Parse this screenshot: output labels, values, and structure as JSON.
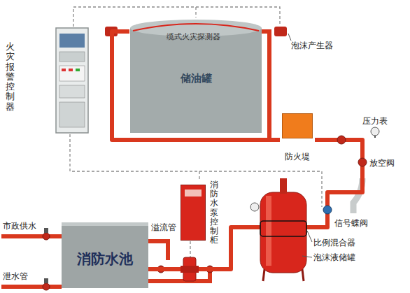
{
  "diagram": {
    "nodes": [
      {
        "text": [
          "火灾报警控制器"
        ]
      },
      {
        "text": [
          "储油罐"
        ]
      },
      {
        "text": [
          "防火堤"
        ]
      },
      {
        "text": [
          "消防水泵控制柜"
        ]
      },
      {
        "text": [
          "消防水池"
        ]
      }
    ],
    "edges": [
      {
        "from": 0,
        "to": 1,
        "arrow": "none"
      },
      {
        "from": 0,
        "to": 3,
        "arrow": "none"
      },
      {
        "from": 4,
        "to": 2,
        "arrow": "none"
      },
      {
        "from": 2,
        "to": 1,
        "arrow": "none"
      }
    ],
    "labels": [
      "缆式火灾探测器",
      "泡沫产生器",
      "压力表",
      "放空阀",
      "信号蝶阀",
      "比例混合器",
      "泡沫液储罐",
      "市政供水",
      "溢流管",
      "泄水管"
    ]
  }
}
